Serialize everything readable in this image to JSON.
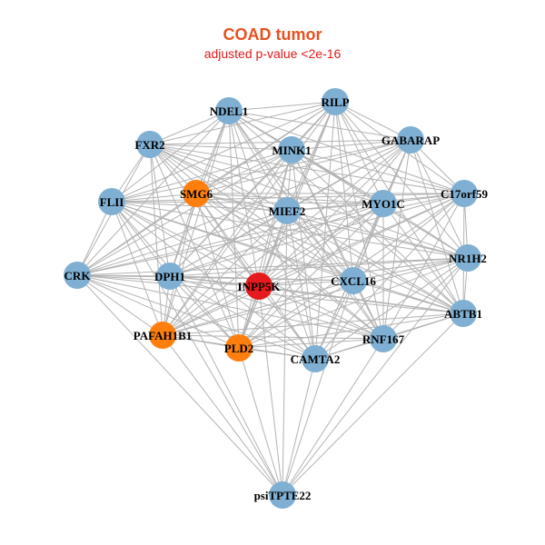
{
  "title": "COAD tumor",
  "subtitle": "adjusted p-value <2e-16",
  "colors": {
    "title": "#e8501e",
    "subtitle": "#e31a1c",
    "edge": "#b3b3b3",
    "default_node": "#7fb0d3",
    "highlight_node": "#ff7f0e",
    "hub_node": "#e41a1c"
  },
  "nodes": [
    {
      "id": "NDEL1",
      "group": "default"
    },
    {
      "id": "RILP",
      "group": "default"
    },
    {
      "id": "FXR2",
      "group": "default"
    },
    {
      "id": "MINK1",
      "group": "default"
    },
    {
      "id": "GABARAP",
      "group": "default"
    },
    {
      "id": "FLII",
      "group": "default"
    },
    {
      "id": "SMG6",
      "group": "highlight"
    },
    {
      "id": "MIEF2",
      "group": "default"
    },
    {
      "id": "MYO1C",
      "group": "default"
    },
    {
      "id": "C17orf59",
      "group": "default"
    },
    {
      "id": "NR1H2",
      "group": "default"
    },
    {
      "id": "CRK",
      "group": "default"
    },
    {
      "id": "DPH1",
      "group": "default"
    },
    {
      "id": "INPP5K",
      "group": "hub"
    },
    {
      "id": "CXCL16",
      "group": "default"
    },
    {
      "id": "ABTB1",
      "group": "default"
    },
    {
      "id": "PAFAH1B1",
      "group": "highlight"
    },
    {
      "id": "PLD2",
      "group": "highlight"
    },
    {
      "id": "RNF167",
      "group": "default"
    },
    {
      "id": "CAMTA2",
      "group": "default"
    },
    {
      "id": "psiTPTE22",
      "group": "default"
    }
  ]
}
